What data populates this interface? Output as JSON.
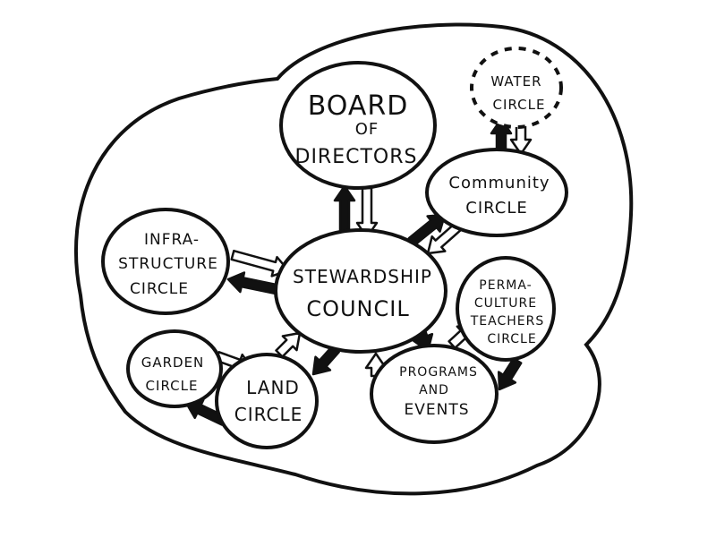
{
  "diagram": {
    "nodes": {
      "board": {
        "lines": [
          "BOARD",
          "OF",
          "DIRECTORS"
        ]
      },
      "water": {
        "lines": [
          "WATER",
          "CIRCLE"
        ]
      },
      "community": {
        "lines": [
          "Community",
          "CIRCLE"
        ]
      },
      "stewardship": {
        "lines": [
          "STEWARDSHIP",
          "COUNCIL"
        ]
      },
      "infrastructure": {
        "lines": [
          "INFRA-",
          "STRUCTURE",
          "CIRCLE"
        ]
      },
      "permaculture": {
        "lines": [
          "PERMA-",
          "CULTURE",
          "TEACHERS",
          "CIRCLE"
        ]
      },
      "garden": {
        "lines": [
          "GARDEN",
          "CIRCLE"
        ]
      },
      "land": {
        "lines": [
          "LAND",
          "CIRCLE"
        ]
      },
      "programs": {
        "lines": [
          "PROGRAMS",
          "AND",
          "EVENTS"
        ]
      }
    },
    "colors": {
      "ink": "#111111",
      "paper": "#ffffff"
    }
  }
}
